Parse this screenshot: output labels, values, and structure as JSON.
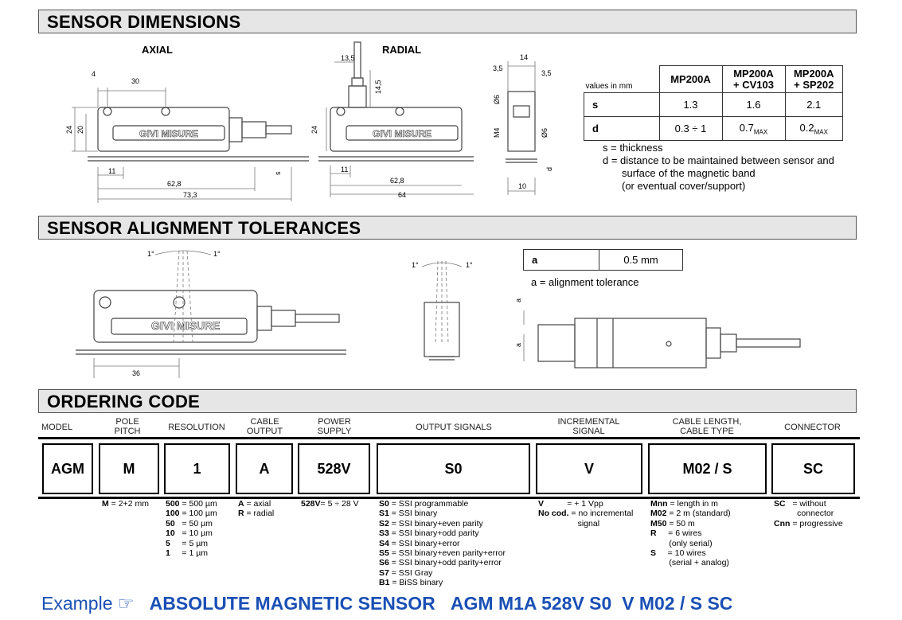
{
  "top_partial": "",
  "sections": {
    "dimensions": "SENSOR DIMENSIONS",
    "alignment": "SENSOR ALIGNMENT TOLERANCES",
    "ordering": "ORDERING CODE"
  },
  "views": {
    "axial": "AXIAL",
    "radial": "RADIAL"
  },
  "brand": "GIVI MISURE",
  "dims": {
    "axial": [
      "4",
      "30",
      "24",
      "20",
      "11",
      "62,8",
      "73,3",
      "s"
    ],
    "radial": [
      "13,5",
      "14,5",
      "24",
      "11",
      "62,8",
      "64"
    ],
    "side": [
      "14",
      "3,5",
      "3,5",
      "Ø6",
      "M4",
      "Ø6",
      "d",
      "10"
    ],
    "align": [
      "1°",
      "1°",
      "36",
      "1°",
      "1°",
      "a",
      "a"
    ]
  },
  "spec_table": {
    "corner": "values in mm",
    "headers": [
      "MP200A",
      "MP200A\n+ CV103",
      "MP200A\n+ SP202"
    ],
    "rows": [
      {
        "label": "s",
        "values": [
          "1.3",
          "1.6",
          "2.1"
        ]
      },
      {
        "label": "d",
        "values": [
          "0.3 ÷ 1",
          "0.7",
          "0.2"
        ],
        "subs": [
          "",
          "MAX",
          "MAX"
        ]
      }
    ]
  },
  "spec_notes": [
    "s = thickness",
    "d = distance to be maintained between sensor and",
    "surface of the magnetic band",
    "(or eventual cover/support)"
  ],
  "align_table": {
    "label": "a",
    "value": "0.5 mm",
    "note": "a = alignment tolerance"
  },
  "ordering": {
    "headers": [
      "MODEL",
      "POLE\nPITCH",
      "RESOLUTION",
      "CABLE\nOUTPUT",
      "POWER\nSUPPLY",
      "OUTPUT SIGNALS",
      "INCREMENTAL\nSIGNAL",
      "CABLE LENGTH,\nCABLE TYPE",
      "CONNECTOR"
    ],
    "codes": [
      "AGM",
      "M",
      "1",
      "A",
      "528V",
      "S0",
      "V",
      "M02 / S",
      "SC"
    ],
    "legends": [
      [],
      [
        [
          "M",
          " = 2+2 mm"
        ]
      ],
      [
        [
          "500",
          " = 500 µm"
        ],
        [
          "100",
          " = 100 µm"
        ],
        [
          "50",
          "   = 50 µm"
        ],
        [
          "10",
          "   = 10 µm"
        ],
        [
          "5",
          "     = 5 µm"
        ],
        [
          "1",
          "     = 1 µm"
        ]
      ],
      [
        [
          "A",
          " = axial"
        ],
        [
          "R",
          " = radial"
        ]
      ],
      [
        [
          "528V",
          "= 5 ÷ 28 V"
        ]
      ],
      [
        [
          "S0",
          " = SSI programmable"
        ],
        [
          "S1",
          " = SSI binary"
        ],
        [
          "S2",
          " = SSI binary+even parity"
        ],
        [
          "S3",
          " = SSI binary+odd parity"
        ],
        [
          "S4",
          " = SSI binary+error"
        ],
        [
          "S5",
          " = SSI binary+even parity+error"
        ],
        [
          "S6",
          " = SSI binary+odd parity+error"
        ],
        [
          "S7",
          " = SSI Gray"
        ],
        [
          "B1",
          " = BiSS binary"
        ]
      ],
      [
        [
          "V",
          "          = + 1 Vpp"
        ],
        [
          "No cod.",
          " = no incremental"
        ],
        [
          "",
          "                 signal"
        ]
      ],
      [
        [
          "Mnn",
          " = length in m"
        ],
        [
          "M02",
          " = 2 m (standard)"
        ],
        [
          "M50",
          " = 50 m"
        ],
        [
          "R",
          "     = 6 wires"
        ],
        [
          "",
          "        (only serial)"
        ],
        [
          "S",
          "     = 10 wires"
        ],
        [
          "",
          "        (serial + analog)"
        ]
      ],
      [
        [
          "SC",
          "   = without"
        ],
        [
          "",
          "          connector"
        ],
        [
          "Cnn",
          " = progressive"
        ]
      ]
    ]
  },
  "example": {
    "prefix": "Example ☞",
    "title": "ABSOLUTE MAGNETIC SENSOR",
    "code": "AGM M1A 528V S0  V M02 / S SC"
  }
}
